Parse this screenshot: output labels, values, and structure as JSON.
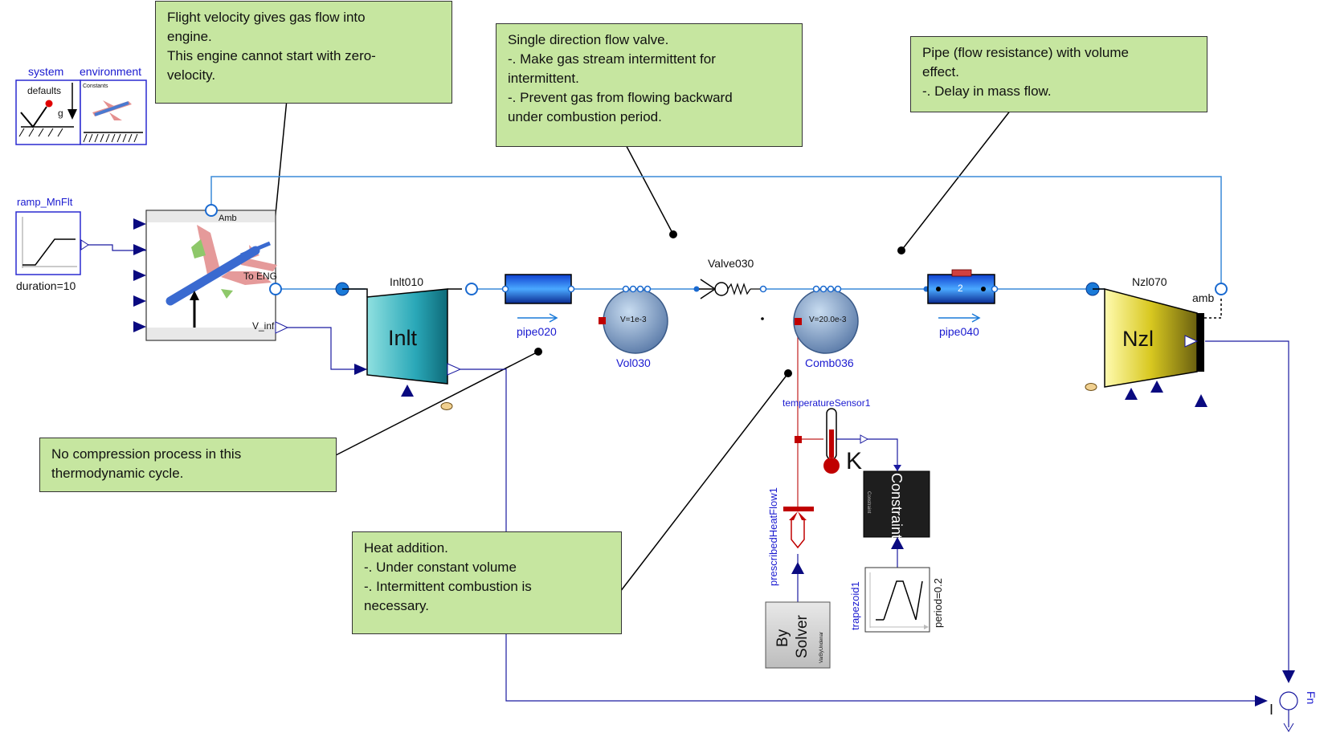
{
  "notes": {
    "flight": [
      "Flight velocity gives gas flow into",
      "engine.",
      "This engine cannot start with zero-",
      "velocity."
    ],
    "valve": [
      "Single direction flow valve.",
      "-. Make gas stream intermittent for",
      "intermittent.",
      "-. Prevent gas from flowing backward",
      "under combustion period."
    ],
    "pipe": [
      "Pipe (flow resistance) with volume",
      "effect.",
      "-. Delay in mass flow."
    ],
    "compression": [
      "No compression process in this",
      "thermodynamic cycle."
    ],
    "heat": [
      "Heat addition.",
      "-. Under constant volume",
      "-. Intermittent combustion is",
      "necessary."
    ]
  },
  "components": {
    "system": "system",
    "system_defaults": "defaults",
    "system_g": "g",
    "environment": "environment",
    "environment_constants": "Constants",
    "ramp": "ramp_MnFlt",
    "ramp_param": "duration=10",
    "amb_port": "Amb",
    "to_eng_port": "To ENG",
    "v_inf_port": "V_inf",
    "inlet_name": "Inlt010",
    "inlet_body": "Inlt",
    "pipe020": "pipe020",
    "vol030": "Vol030",
    "vol030_param": "V=1e-3",
    "valve030": "Valve030",
    "comb036": "Comb036",
    "comb036_param": "V=20.0e-3",
    "pipe040": "pipe040",
    "pipe040_param": "2",
    "nozzle_name": "Nzl070",
    "nozzle_body": "Nzl",
    "nozzle_amb": "amb",
    "temp_sensor": "temperatureSensor1",
    "temp_unit": "K",
    "constraint": "Constraint",
    "constraint_small": "Constraint",
    "heat_flow": "prescribedHeatFlow1",
    "solver_line1": "By",
    "solver_line2": "Solver",
    "solver_small": "VarByUndenar",
    "trapezoid": "trapezoid1",
    "trapezoid_param": "period=0.2",
    "fn": "Fn",
    "sum_sign": "I"
  },
  "colors": {
    "note_bg": "#c6e6a0",
    "fluid_line": "#3a8ad8",
    "signal_line": "#1a1aa0",
    "heat_line": "#c02020",
    "label_blue": "#1a1ad0",
    "port_dark": "#0a0a80"
  }
}
